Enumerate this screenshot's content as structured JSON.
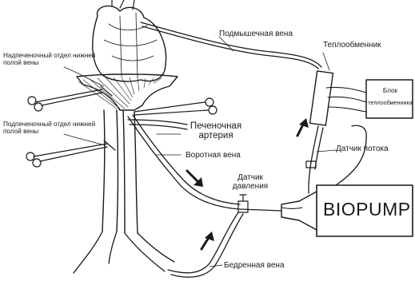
{
  "labels": {
    "suprahepatic_ivc": "Надпеченочный отдел нижней полой вены",
    "infrahepatic_ivc": "Подпеченочный отдел нижней полой вены",
    "axillary_vein": "Подмышечная вена",
    "heat_exchanger": "Теплообменник",
    "heat_exchanger_unit_line1": "Блок",
    "heat_exchanger_unit_line2": "теплообменника",
    "hepatic_artery": "Печеночная артерия",
    "portal_vein": "Воротная вена",
    "flow_sensor": "Датчик потока",
    "pressure_sensor": "Датчик давления",
    "pump": "BIOPUMP",
    "femoral_vein": "Бедренная вена"
  },
  "colors": {
    "ink": "#1a1a1a",
    "background": "#ffffff"
  }
}
